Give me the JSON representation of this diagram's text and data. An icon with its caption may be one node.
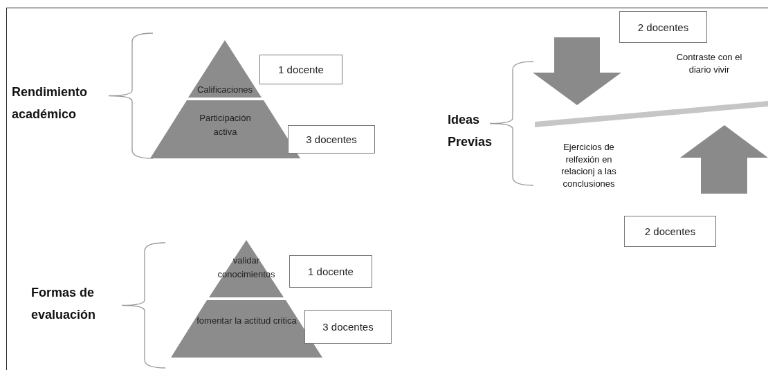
{
  "diagram": {
    "nodes": [
      {
        "text": [
          "Calificaciones"
        ]
      },
      {
        "text": [
          "Participación activa"
        ]
      },
      {
        "text": [
          "1 docente"
        ]
      },
      {
        "text": [
          "3 docentes"
        ]
      },
      {
        "text": [
          "2 docentes"
        ]
      },
      {
        "text": [
          "2 docentes"
        ]
      },
      {
        "text": [
          "validar conocimientos"
        ]
      },
      {
        "text": [
          "fomentar la actitud critica"
        ]
      },
      {
        "text": [
          "1 docente"
        ]
      },
      {
        "text": [
          "3 docentes"
        ]
      },
      {
        "text": [],
        "shape": "bar"
      }
    ],
    "edges": [],
    "labels": [
      "Rendimiento académico",
      "Contraste con el diario vivir",
      "Ideas Previas",
      "Ejercicios de relfexión en relacionj a las conclusiones",
      "Formas de evaluación"
    ]
  }
}
